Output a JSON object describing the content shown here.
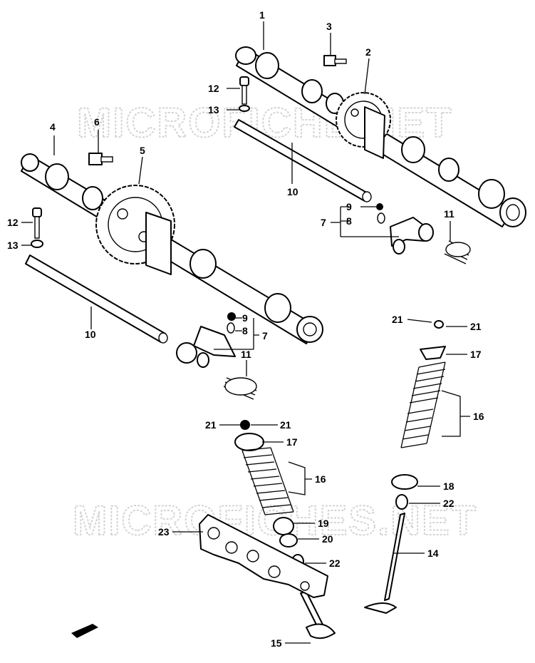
{
  "watermark": {
    "top": "MICROFICHE.NET",
    "bottom": "MICROFICHES.NET"
  },
  "labels": [
    {
      "id": "1",
      "text": "1"
    },
    {
      "id": "2",
      "text": "2"
    },
    {
      "id": "3",
      "text": "3"
    },
    {
      "id": "12a",
      "text": "12"
    },
    {
      "id": "13a",
      "text": "13"
    },
    {
      "id": "10a",
      "text": "10"
    },
    {
      "id": "9a",
      "text": "9"
    },
    {
      "id": "8a",
      "text": "8"
    },
    {
      "id": "7a",
      "text": "7"
    },
    {
      "id": "11a",
      "text": "11"
    },
    {
      "id": "4",
      "text": "4"
    },
    {
      "id": "6",
      "text": "6"
    },
    {
      "id": "5",
      "text": "5"
    },
    {
      "id": "12b",
      "text": "12"
    },
    {
      "id": "13b",
      "text": "13"
    },
    {
      "id": "10b",
      "text": "10"
    },
    {
      "id": "9b",
      "text": "9"
    },
    {
      "id": "8b",
      "text": "8"
    },
    {
      "id": "7b",
      "text": "7"
    },
    {
      "id": "11b",
      "text": "11"
    },
    {
      "id": "21a",
      "text": "21"
    },
    {
      "id": "21b",
      "text": "21"
    },
    {
      "id": "17a",
      "text": "17"
    },
    {
      "id": "16a",
      "text": "16"
    },
    {
      "id": "18",
      "text": "18"
    },
    {
      "id": "22a",
      "text": "22"
    },
    {
      "id": "14",
      "text": "14"
    },
    {
      "id": "21c",
      "text": "21"
    },
    {
      "id": "21d",
      "text": "21"
    },
    {
      "id": "17b",
      "text": "17"
    },
    {
      "id": "16b",
      "text": "16"
    },
    {
      "id": "19",
      "text": "19"
    },
    {
      "id": "20",
      "text": "20"
    },
    {
      "id": "22b",
      "text": "22"
    },
    {
      "id": "23",
      "text": "23"
    },
    {
      "id": "15",
      "text": "15"
    }
  ]
}
